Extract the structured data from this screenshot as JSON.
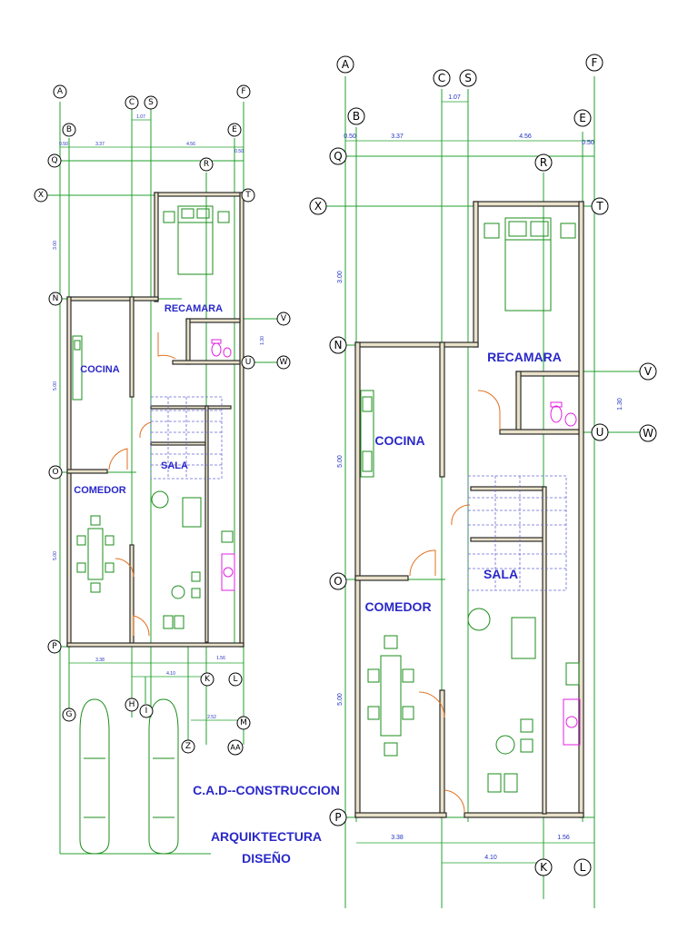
{
  "colors": {
    "axis": "#21a02c",
    "dimension_text": "#2030c0",
    "room_label": "#2a28c8",
    "wall_fill": "#e9e1c9",
    "door": "#e07020",
    "sanitary": "#e020e0",
    "furniture": "#1b8c1b"
  },
  "axes": {
    "A": "A",
    "B": "B",
    "C": "C",
    "S": "S",
    "E": "E",
    "F": "F",
    "Q": "Q",
    "R": "R",
    "X": "X",
    "T": "T",
    "N": "N",
    "V": "V",
    "U": "U",
    "W": "W",
    "O": "O",
    "P": "P",
    "G": "G",
    "H": "H",
    "I": "I",
    "K": "K",
    "L": "L",
    "M": "M",
    "Z": "Z",
    "AA": "AA"
  },
  "dimensions": {
    "d050": "0.50",
    "d337": "3.37",
    "d456": "4.56",
    "d107": "1.07",
    "d300": "3.00",
    "d500": "5.00",
    "d338": "3.38",
    "d156": "1.56",
    "d410": "4.10",
    "d252": "2.52",
    "d130": "1.30"
  },
  "rooms": {
    "recamara": "RECAMARA",
    "cocina": "COCINA",
    "comedor": "COMEDOR",
    "sala": "SALA"
  },
  "title": {
    "line1": "C.A.D--CONSTRUCCION",
    "line2": "ARQUIKTECTURA",
    "line3": "DISEÑO"
  }
}
